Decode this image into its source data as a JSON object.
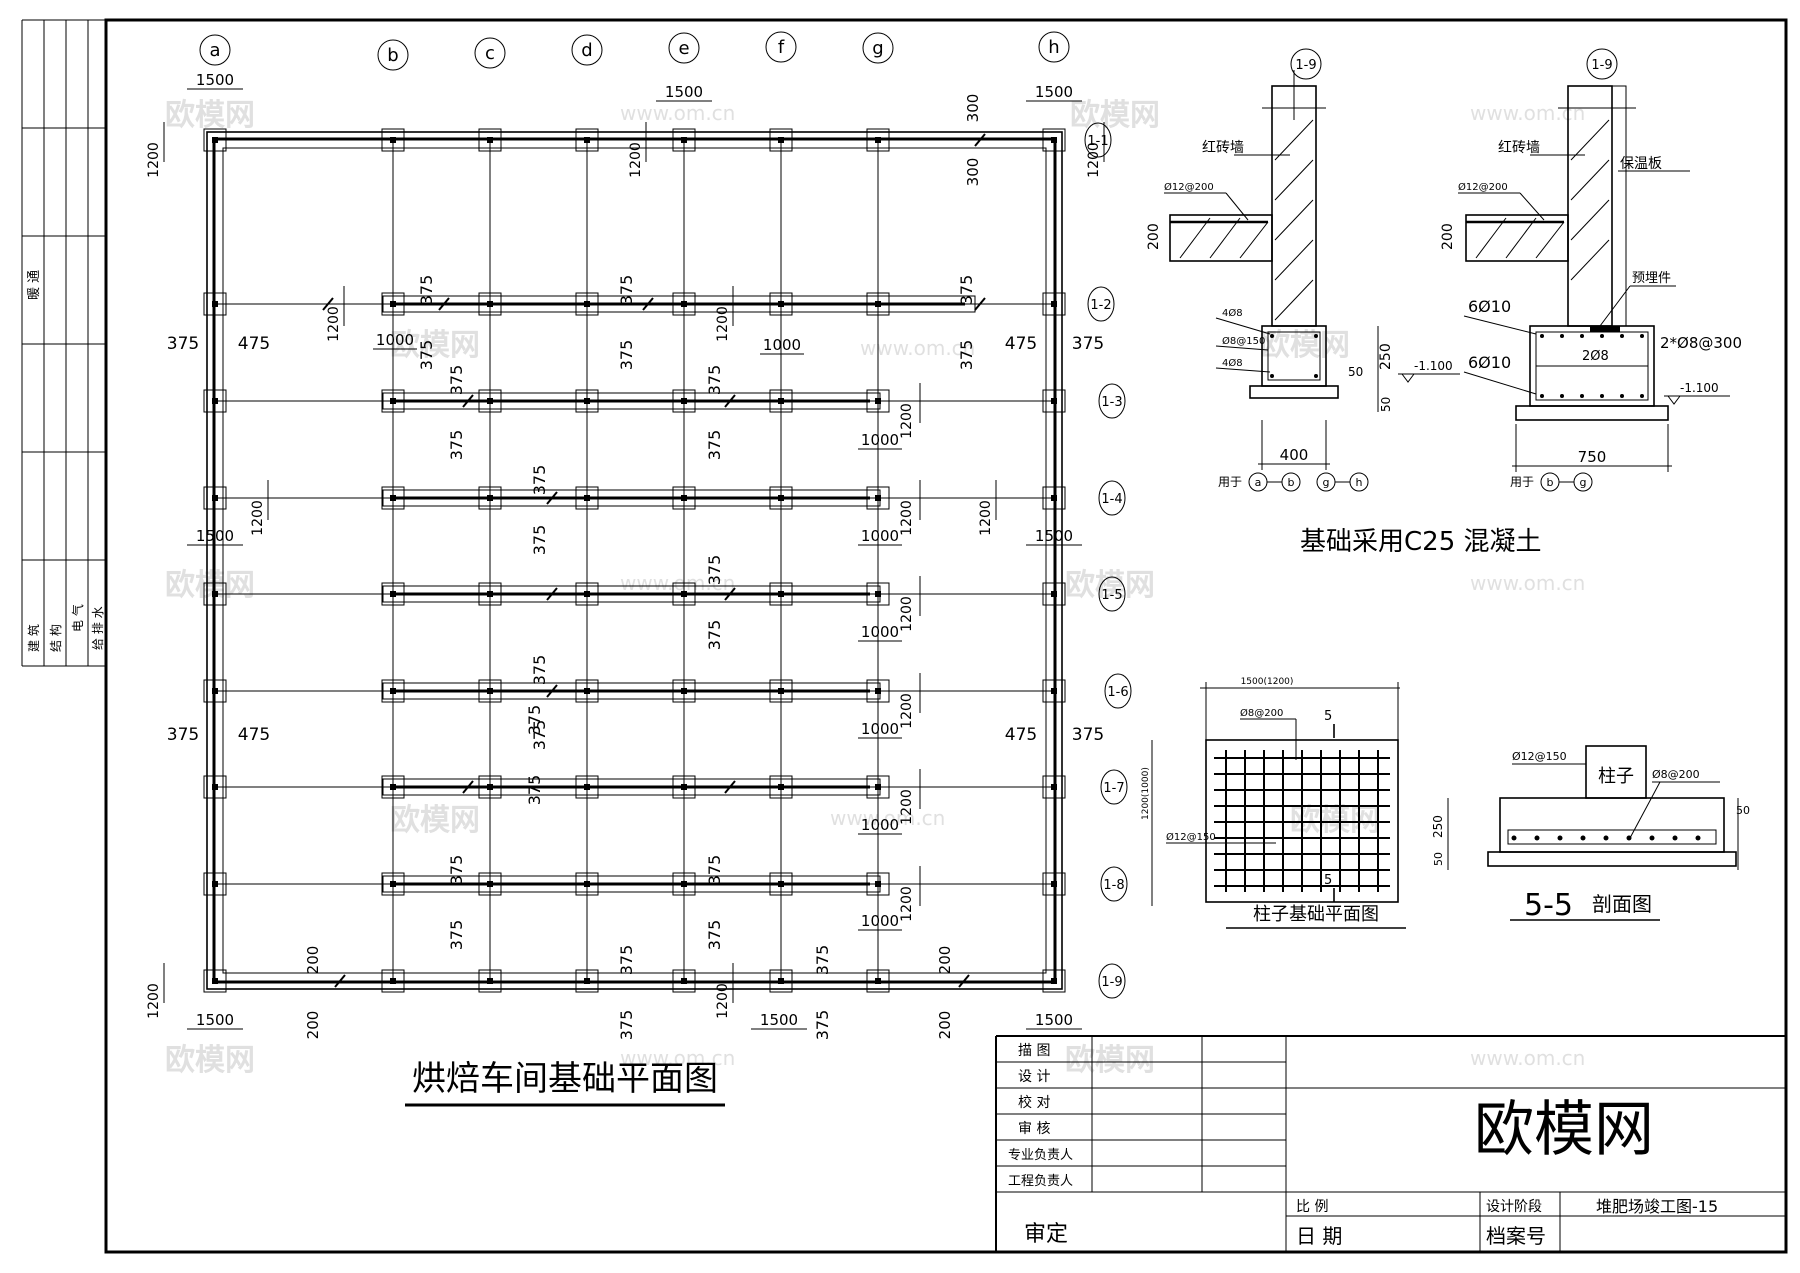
{
  "drawing": {
    "main_title": "烘焙车间基础平面图",
    "note": "基础采用C25 混凝土",
    "axes_cols": [
      "a",
      "b",
      "c",
      "d",
      "e",
      "f",
      "g",
      "h"
    ],
    "axes_rows": [
      "1-1",
      "1-2",
      "1-3",
      "1-4",
      "1-5",
      "1-6",
      "1-7",
      "1-8",
      "1-9"
    ],
    "dims": {
      "d1500": "1500",
      "d1200": "1200",
      "d1000": "1000",
      "d375": "375",
      "d475": "475",
      "d300": "300",
      "d200": "200"
    }
  },
  "section_a": {
    "tag": "1-9",
    "wall": "红砖墙",
    "rebar_top": "Ø12@200",
    "h200": "200",
    "bar1": "4Ø8",
    "bar2": "Ø8@150",
    "bar3": "4Ø8",
    "h250": "250",
    "h50": "50",
    "d50": "50",
    "elev": "-1.100",
    "width": "400",
    "usage_prefix": "用于",
    "usage_from": "a",
    "usage_to": "b",
    "usage_from2": "g",
    "usage_to2": "h"
  },
  "section_b": {
    "tag": "1-9",
    "wall": "红砖墙",
    "insul": "保温板",
    "rebar_top": "Ø12@200",
    "h200": "200",
    "embed": "预埋件",
    "bar1": "6Ø10",
    "bar2": "6Ø10",
    "bar3": "2*Ø8@300",
    "bar4": "2Ø8",
    "elev": "-1.100",
    "width": "750",
    "usage_prefix": "用于",
    "usage_from": "b",
    "usage_to": "g"
  },
  "column_plan": {
    "title": "柱子基础平面图",
    "width_label": "1500(1200)",
    "height_label": "1200(1000)",
    "rebar1": "Ø8@200",
    "rebar2": "Ø12@150",
    "cut": "5"
  },
  "section_55": {
    "title_num": "5-5",
    "title_text": "剖面图",
    "column": "柱子",
    "rebar1": "Ø12@150",
    "rebar2": "Ø8@200",
    "h250": "250",
    "h50": "50",
    "d50": "50"
  },
  "left_strip": {
    "top": "暖 通",
    "items": [
      "建 筑",
      "结 构",
      "电 气",
      "给 排 水"
    ]
  },
  "title_block": {
    "rows": [
      "描 图",
      "设 计",
      "校 对",
      "审 核",
      "专业负责人",
      "工程负责人"
    ],
    "approve": "审定",
    "scale": "比 例",
    "date": "日 期",
    "stage": "设计阶段",
    "archive": "档案号",
    "drawing_no": "堆肥场竣工图-15",
    "brand": "欧模网"
  },
  "watermarks": {
    "cn": "欧模网",
    "url": "www.om.cn"
  }
}
